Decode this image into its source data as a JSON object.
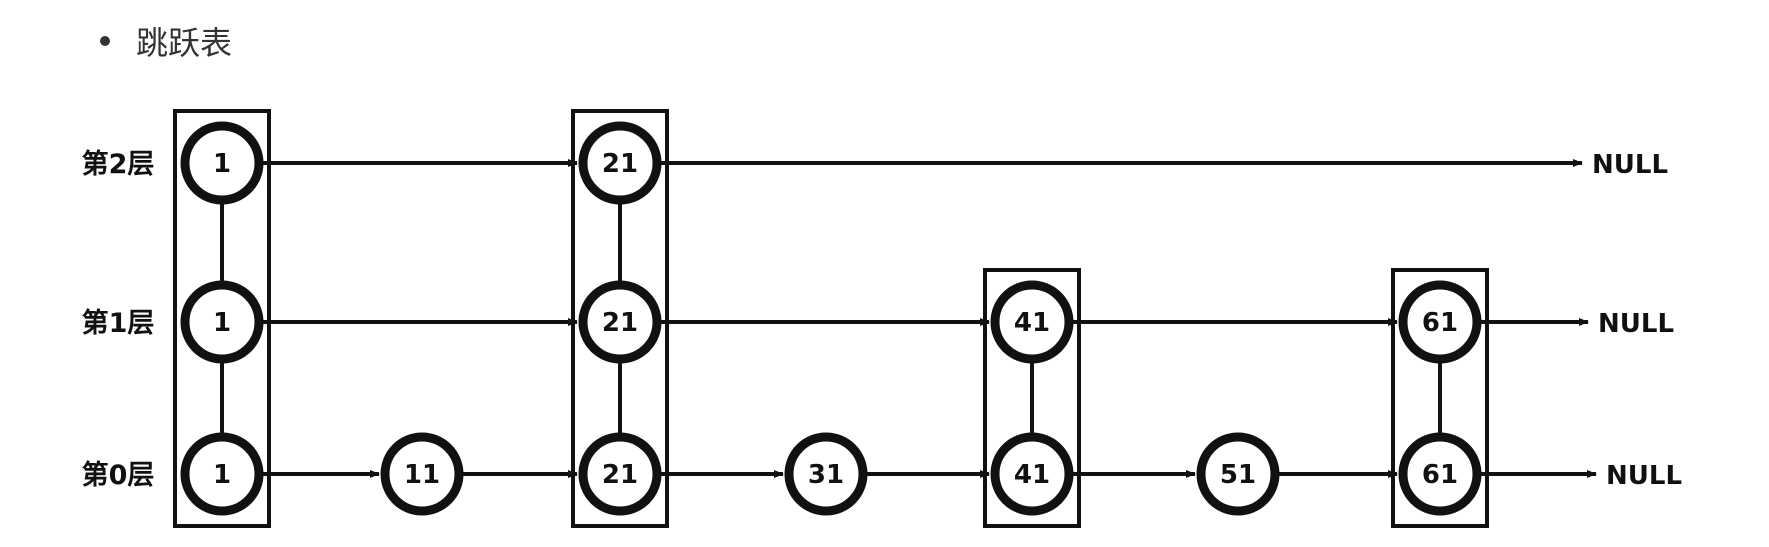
{
  "heading": "跳跃表",
  "levels": [
    {
      "label": "第2层",
      "nodes": [
        "1",
        "21"
      ],
      "end": "NULL"
    },
    {
      "label": "第1层",
      "nodes": [
        "1",
        "21",
        "41",
        "61"
      ],
      "end": "NULL"
    },
    {
      "label": "第0层",
      "nodes": [
        "1",
        "11",
        "21",
        "31",
        "41",
        "51",
        "61"
      ],
      "end": "NULL"
    }
  ],
  "towers": [
    "1",
    "21",
    "41",
    "61"
  ]
}
